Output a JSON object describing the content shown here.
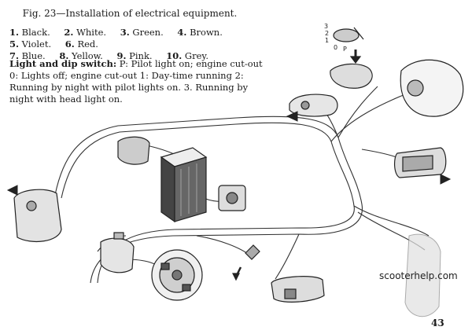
{
  "figure": {
    "caption": "Fig. 23—Installation of electrical equipment."
  },
  "legend": [
    {
      "num": "1.",
      "color": "Black."
    },
    {
      "num": "2.",
      "color": "White."
    },
    {
      "num": "3.",
      "color": "Green."
    },
    {
      "num": "4.",
      "color": "Brown."
    },
    {
      "num": "5.",
      "color": "Violet."
    },
    {
      "num": "6.",
      "color": "Red."
    },
    {
      "num": "7.",
      "color": "Blue."
    },
    {
      "num": "8.",
      "color": "Yellow."
    },
    {
      "num": "9.",
      "color": "Pink."
    },
    {
      "num": "10.",
      "color": "Grey."
    }
  ],
  "switch_note": {
    "heading": "Light and dip switch:",
    "text": " P: Pilot light on; engine cut-out 0: Lights off; engine cut-out 1: Day-time running 2: Running by night with pilot lights on. 3. Running by night with head light on."
  },
  "selector_labels": [
    "3",
    "2",
    "1",
    "0",
    "P"
  ],
  "watermark": "scooterhelp.com",
  "page_number": "43",
  "colors": {
    "ink": "#1a1a1a",
    "wire": "#333333",
    "battery": "#555555"
  }
}
